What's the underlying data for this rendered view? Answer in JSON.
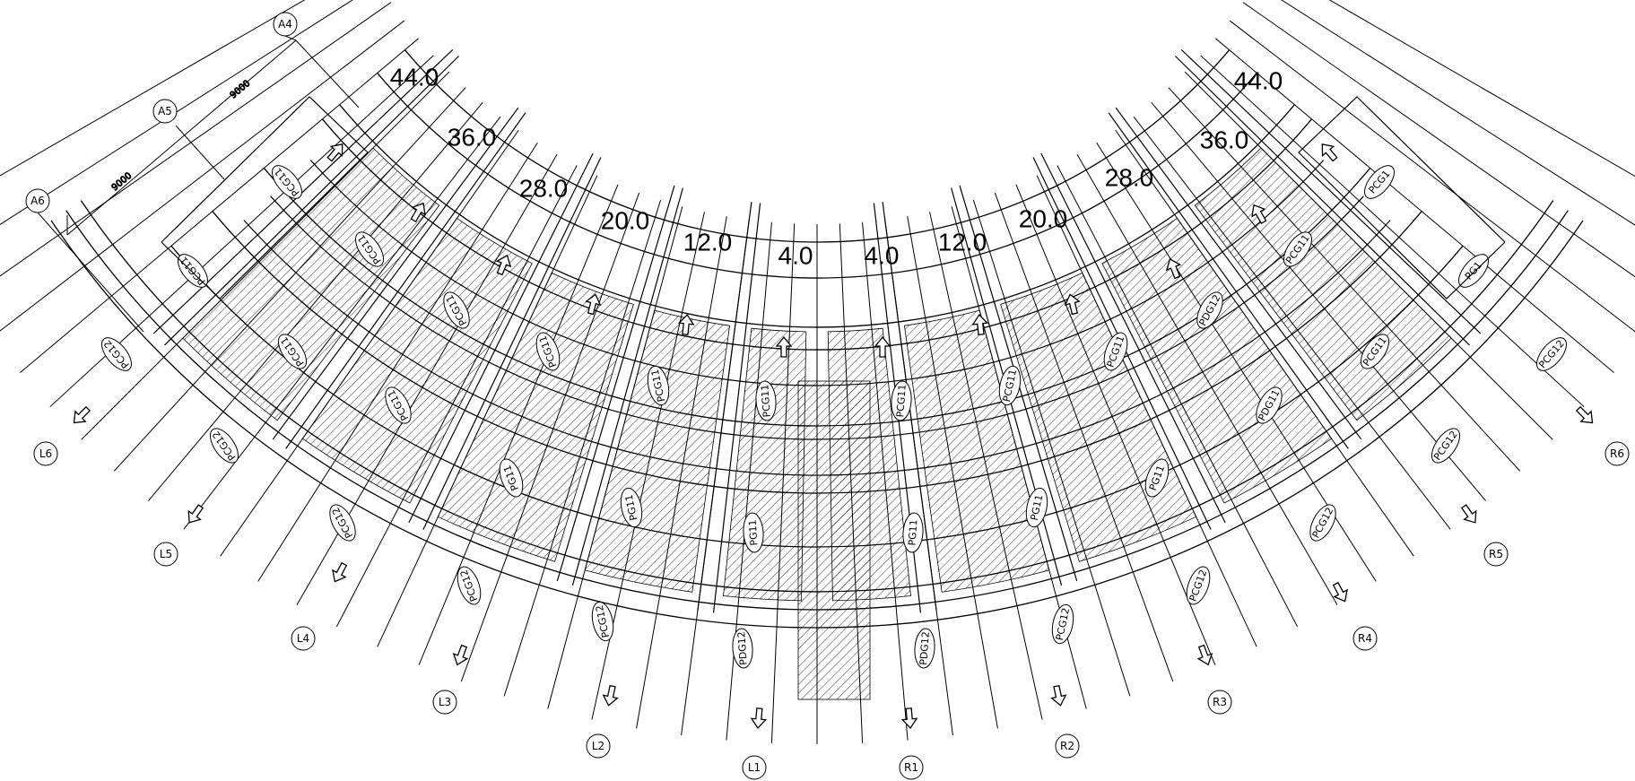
{
  "axis_labels_top": {
    "left": [
      "44.0",
      "36.0",
      "28.0",
      "20.0",
      "12.0",
      "4.0"
    ],
    "right": [
      "4.0",
      "12.0",
      "20.0",
      "28.0",
      "36.0",
      "44.0"
    ]
  },
  "grid_bubbles_radial": [
    "L6",
    "L5",
    "L4",
    "L3",
    "L2",
    "L1",
    "R1",
    "R2",
    "R3",
    "R4",
    "R5",
    "R6"
  ],
  "grid_bubbles_top_left": [
    "A4",
    "A5",
    "A6"
  ],
  "dimensions": [
    "9000",
    "9000"
  ],
  "tags": {
    "pcg11": "PCG11",
    "pcg12": "PCG12",
    "pg11": "PG11",
    "pdg12": "PDG12",
    "pcg1": "PCG1",
    "pdg11": "PDG11",
    "pg1": "PG1"
  }
}
